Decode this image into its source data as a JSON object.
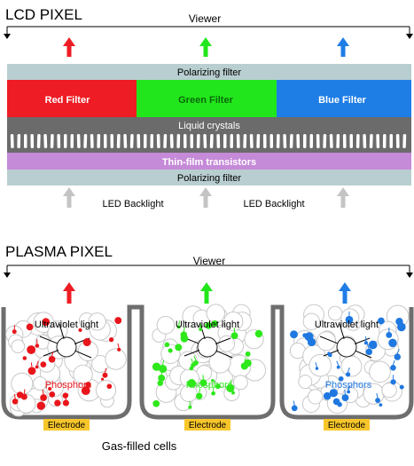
{
  "lcd": {
    "title": "LCD PIXEL",
    "viewer_label": "Viewer",
    "layers": {
      "top_polarizer": "Polarizing filter",
      "red_filter": "Red Filter",
      "green_filter": "Green Filter",
      "blue_filter": "Blue Filter",
      "liquid_crystals": "Liquid crystals",
      "transistors": "Thin-film transistors",
      "bottom_polarizer": "Polarizing filter"
    },
    "backlight_labels": [
      "LED Backlight",
      "LED Backlight"
    ]
  },
  "plasma": {
    "title": "PLASMA PIXEL",
    "viewer_label": "Viewer",
    "cells": [
      {
        "uv_label": "Ultraviolet light",
        "phosphor_label": "Phosphors",
        "electrode_label": "Electrode",
        "color": "#e8151b"
      },
      {
        "uv_label": "Ultraviolet light",
        "phosphor_label": "Phosphors",
        "electrode_label": "Electrode",
        "color": "#2ee81b"
      },
      {
        "uv_label": "Ultraviolet light",
        "phosphor_label": "Phosphors",
        "electrode_label": "Electrode",
        "color": "#1f78e0"
      }
    ],
    "caption": "Gas-filled cells"
  },
  "colors": {
    "red": "#ee1c24",
    "green": "#22e61c",
    "blue": "#1f7de6",
    "polarizer": "#b9ced0",
    "crystal_band": "#6b6b6b",
    "transistor": "#c58ad8",
    "backlight_arrow": "#c4c4c4",
    "electrode": "#f7c62a",
    "cell_wall": "#6e6e6e"
  }
}
